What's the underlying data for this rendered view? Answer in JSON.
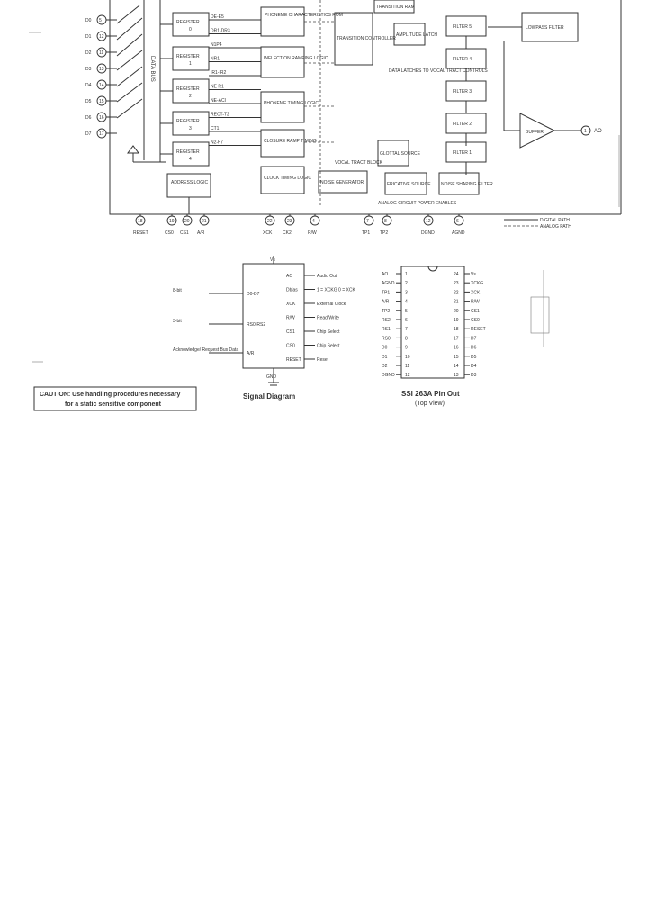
{
  "block_diagram": {
    "data_pins": [
      {
        "label": "D0",
        "num": "5"
      },
      {
        "label": "D1",
        "num": "12"
      },
      {
        "label": "D2",
        "num": "11"
      },
      {
        "label": "D3",
        "num": "13"
      },
      {
        "label": "D4",
        "num": "14"
      },
      {
        "label": "D5",
        "num": "15"
      },
      {
        "label": "D6",
        "num": "16"
      },
      {
        "label": "D7",
        "num": "17"
      }
    ],
    "data_bus_label": "DATA BUS",
    "registers": [
      {
        "name": "REGISTER",
        "num": "0"
      },
      {
        "name": "REGISTER",
        "num": "1"
      },
      {
        "name": "REGISTER",
        "num": "2"
      },
      {
        "name": "REGISTER",
        "num": "3"
      },
      {
        "name": "REGISTER",
        "num": "4"
      }
    ],
    "register_outputs": [
      "DE-E5",
      "DR1-DR3",
      "N1P4",
      "NR1",
      "IR1-IR2",
      "NE R1",
      "NE-ACI",
      "RECT-T2",
      "CT1",
      "N2-F7"
    ],
    "address_logic": "ADDRESS LOGIC",
    "blocks": {
      "phoneme_rom": "PHONEME CHARACTERISTICS ROM",
      "inflection": "INFLECTION RAMPING LOGIC",
      "phoneme_timing": "PHONEME TIMING LOGIC",
      "closure": "CLOSURE RAMP TIMING",
      "clock_timing": "CLOCK TIMING LOGIC",
      "transition_controller": "TRANSITION CONTROLLER",
      "transition_ram": "TRANSITION RAM",
      "amplitude_latch": "AMPLITUDE LATCH",
      "data_latches": "DATA LATCHES TO VOCAL TRACT CONTROLS",
      "vocal_tract_block": "VOCAL TRACT BLOCK",
      "noise_generator": "NOISE GENERATOR",
      "glottal_source": "GLOTTAL SOURCE",
      "fricative_source": "FRICATIVE SOURCE",
      "noise_shaping": "NOISE SHAPING FILTER",
      "lowpass": "LOWPASS FILTER",
      "buffer": "BUFFER",
      "power_enables": "ANALOG CIRCUIT POWER ENABLES"
    },
    "filters": [
      "FILTER 5",
      "FILTER 4",
      "FILTER 3",
      "FILTER 2",
      "FILTER 1"
    ],
    "output_pin": {
      "label": "AO",
      "num": "1"
    },
    "bottom_pins": [
      {
        "label": "RESET",
        "num": "18"
      },
      {
        "label": "CS0",
        "num": "19"
      },
      {
        "label": "CS1",
        "num": "20"
      },
      {
        "label": "A/R",
        "num": "21"
      },
      {
        "label": "XCK",
        "num": "22"
      },
      {
        "label": "CK2",
        "num": "23"
      },
      {
        "label": "R/W",
        "num": "4"
      },
      {
        "label": "TP1",
        "num": "7"
      },
      {
        "label": "TP2",
        "num": "8"
      },
      {
        "label": "DGND",
        "num": "12"
      },
      {
        "label": "AGND",
        "num": "6"
      }
    ],
    "legend": {
      "digital": "DIGITAL PATH",
      "analog": "ANALOG PATH"
    }
  },
  "signal_diagram": {
    "caption": "Signal Diagram",
    "top_label": "Vs",
    "ground_label": "GND",
    "inputs": [
      {
        "label": "8-bit",
        "pin": "D0-D7"
      },
      {
        "label": "3-bit",
        "pin": "RS0-RS2"
      },
      {
        "label": "Acknowledge/ Request Bus Data",
        "pin": "A/R"
      }
    ],
    "outputs": [
      {
        "pin": "AO",
        "desc": "Audio Out"
      },
      {
        "pin": "Dbias",
        "desc": "1 = XCKG  0 = XCK"
      },
      {
        "pin": "XCK",
        "desc": "External Clock"
      },
      {
        "pin": "R/W",
        "desc": "Read/Write"
      },
      {
        "pin": "CS1",
        "desc": "Chip Select"
      },
      {
        "pin": "CS0",
        "desc": "Chip Select"
      },
      {
        "pin": "RESET",
        "desc": "Reset"
      }
    ]
  },
  "pin_out": {
    "title": "SSI 263A Pin Out",
    "subtitle": "(Top View)",
    "left": [
      {
        "num": "1",
        "name": "AO"
      },
      {
        "num": "2",
        "name": "AGND"
      },
      {
        "num": "3",
        "name": "TP1"
      },
      {
        "num": "4",
        "name": "A/R"
      },
      {
        "num": "5",
        "name": "TP2"
      },
      {
        "num": "6",
        "name": "RS2"
      },
      {
        "num": "7",
        "name": "RS1"
      },
      {
        "num": "8",
        "name": "RS0"
      },
      {
        "num": "9",
        "name": "D0"
      },
      {
        "num": "10",
        "name": "D1"
      },
      {
        "num": "11",
        "name": "D2"
      },
      {
        "num": "12",
        "name": "DGND"
      }
    ],
    "right": [
      {
        "num": "24",
        "name": "Vs"
      },
      {
        "num": "23",
        "name": "XCKG"
      },
      {
        "num": "22",
        "name": "XCK"
      },
      {
        "num": "21",
        "name": "R/W"
      },
      {
        "num": "20",
        "name": "CS1"
      },
      {
        "num": "19",
        "name": "CS0"
      },
      {
        "num": "18",
        "name": "RESET"
      },
      {
        "num": "17",
        "name": "D7"
      },
      {
        "num": "16",
        "name": "D6"
      },
      {
        "num": "15",
        "name": "D5"
      },
      {
        "num": "14",
        "name": "D4"
      },
      {
        "num": "13",
        "name": "D3"
      }
    ]
  },
  "caution": {
    "line1": "CAUTION: Use handling procedures necessary",
    "line2": "for a static sensitive component"
  }
}
